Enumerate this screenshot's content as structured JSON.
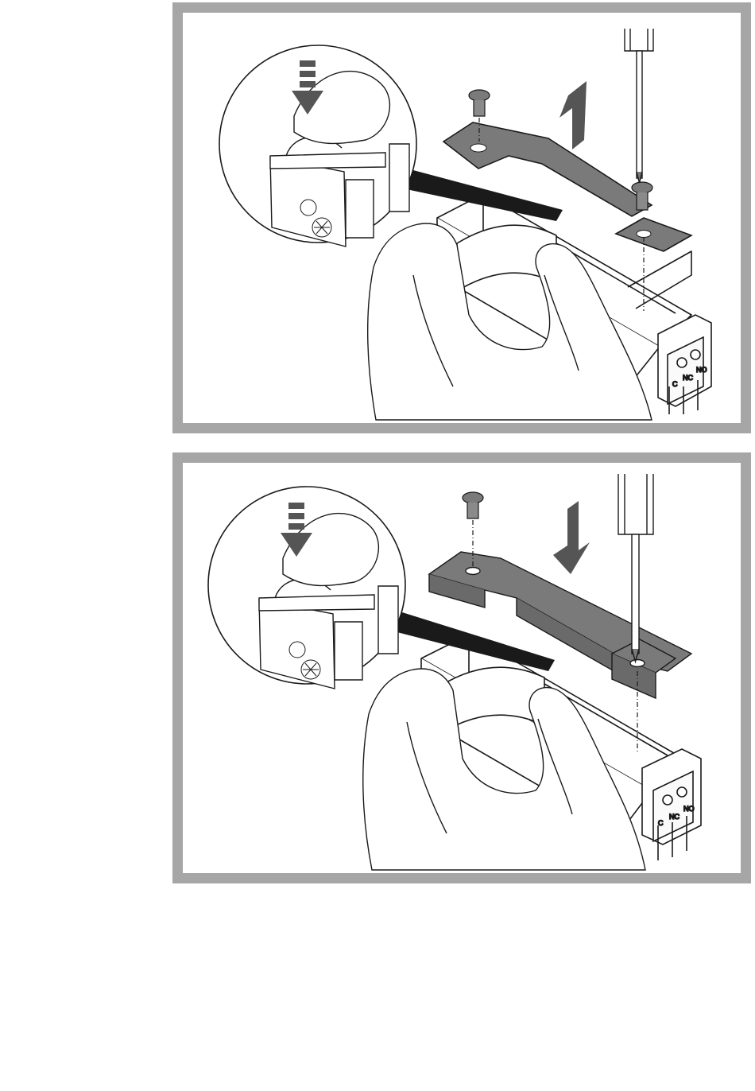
{
  "colors": {
    "frame": "#a6a6a6",
    "part_fill": "#7a7a7a",
    "arrow": "#555555",
    "line": "#1a1a1a",
    "background": "#ffffff"
  },
  "panels": [
    {
      "step": "remove-cover-plates",
      "arrow_direction": "up",
      "terminal_labels": [
        "C",
        "NC",
        "NO"
      ]
    },
    {
      "step": "fit-strike-plate",
      "arrow_direction": "down",
      "terminal_labels": [
        "C",
        "NC",
        "NO"
      ]
    }
  ]
}
